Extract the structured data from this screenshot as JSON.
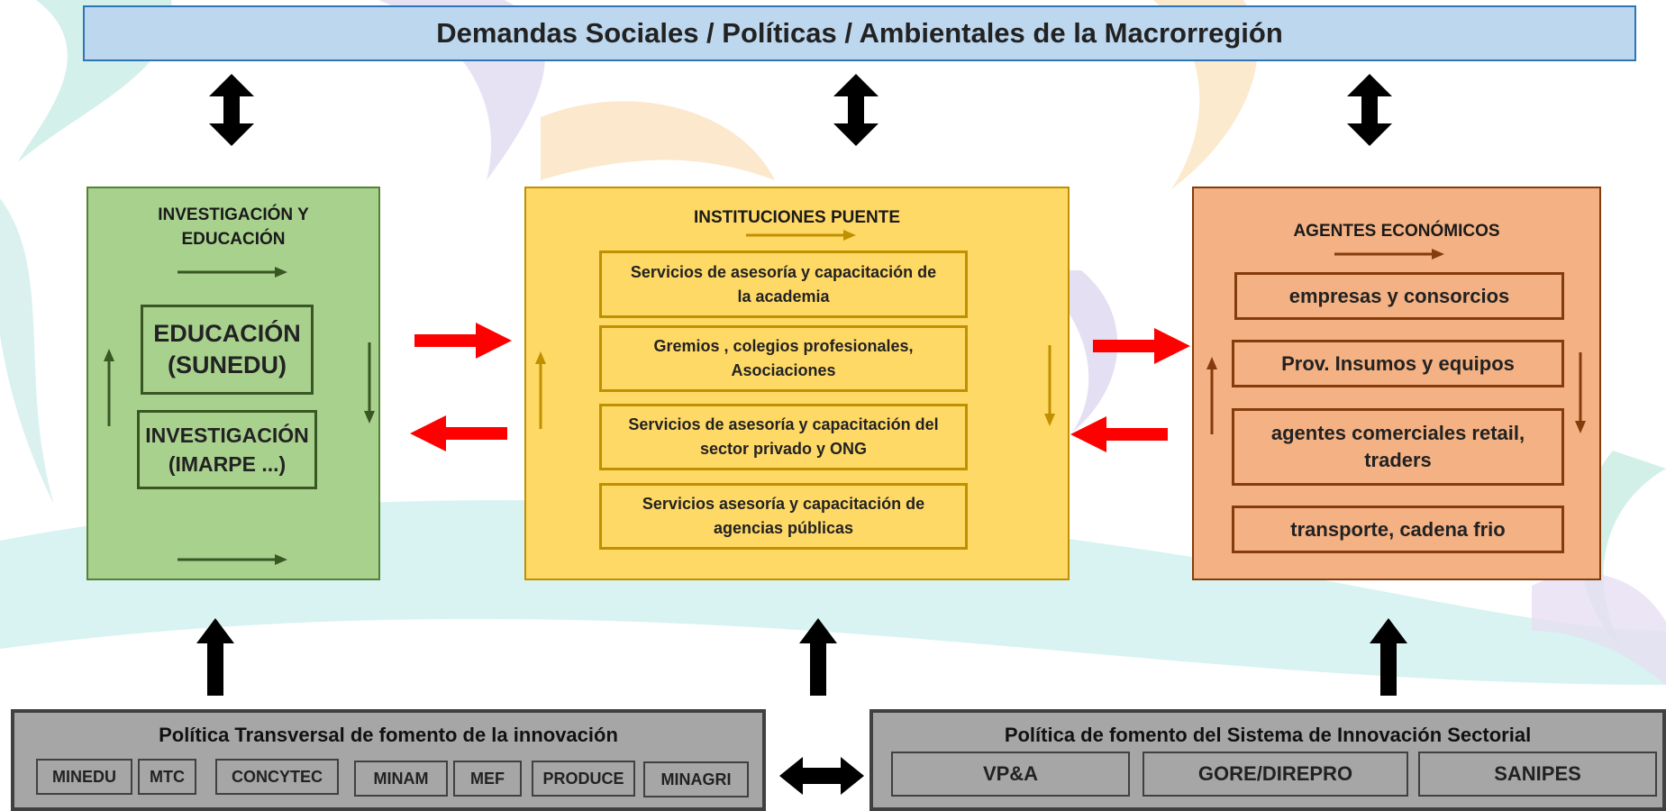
{
  "banner": {
    "title": "Demandas Sociales / Políticas / Ambientales de la Macrorregión"
  },
  "research_panel": {
    "title": "INVESTIGACIÓN Y EDUCACIÓN",
    "title_line1": "INVESTIGACIÓN Y",
    "title_line2": "EDUCACIÓN",
    "items": [
      {
        "line1": "EDUCACIÓN",
        "line2": "(SUNEDU)"
      },
      {
        "line1": "INVESTIGACIÓN",
        "line2": "(IMARPE ...)"
      }
    ]
  },
  "bridge_panel": {
    "title": "INSTITUCIONES PUENTE",
    "items": [
      {
        "line1": "Servicios de asesoría y capacitación de",
        "line2": "la academia"
      },
      {
        "line1": "Gremios , colegios profesionales,",
        "line2": "Asociaciones"
      },
      {
        "line1": "Servicios de asesoría y capacitación del",
        "line2": "sector privado y ONG"
      },
      {
        "line1": "Servicios asesoría y capacitación de",
        "line2": "agencias públicas"
      }
    ]
  },
  "economic_panel": {
    "title": "AGENTES ECONÓMICOS",
    "items": [
      {
        "line1": "empresas y consorcios"
      },
      {
        "line1": "Prov. Insumos y equipos"
      },
      {
        "line1": "agentes comerciales retail,",
        "line2": "traders"
      },
      {
        "line1": "transporte, cadena frio"
      }
    ]
  },
  "transversal_policy": {
    "title": "Política Transversal de fomento de la innovación",
    "tags": [
      "MINEDU",
      "MTC",
      "CONCYTEC",
      "MINAM",
      "MEF",
      "PRODUCE",
      "MINAGRI"
    ]
  },
  "sectoral_policy": {
    "title": "Política de fomento del Sistema de Innovación Sectorial",
    "tags": [
      "VP&A",
      "GORE/DIREPRO",
      "SANIPES"
    ]
  },
  "colors": {
    "research": "#a9d18e",
    "bridge": "#ffd966",
    "economic": "#f4b183",
    "banner": "#bdd7ee",
    "policy": "#a6a6a6",
    "flow_arrow": "#ff0000"
  }
}
